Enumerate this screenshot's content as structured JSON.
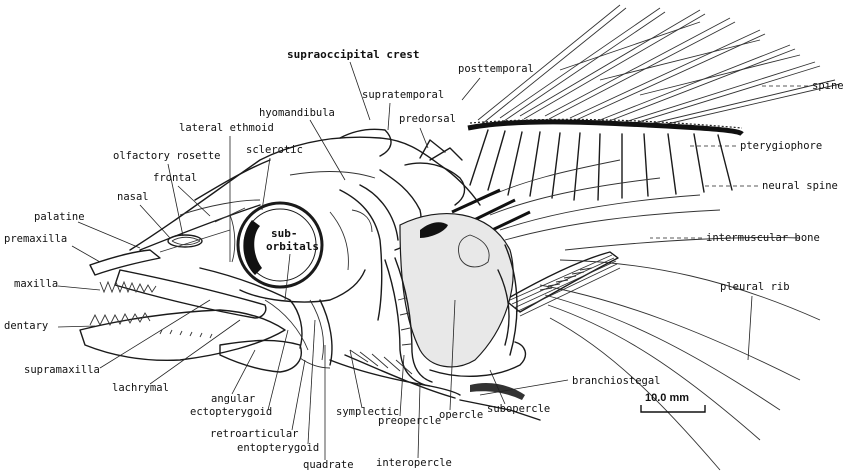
{
  "labels": {
    "supraoccipital_crest": "supraoccipital crest",
    "posttemporal": "posttemporal",
    "spine": "spine",
    "supratemporal": "supratemporal",
    "hyomandibula": "hyomandibula",
    "predorsal": "predorsal",
    "pterygiophore": "pterygiophore",
    "lateral_ethmoid": "lateral ethmoid",
    "olfactory_rosette": "olfactory rosette",
    "sclerotic": "sclerotic",
    "frontal": "frontal",
    "neural_spine": "neural spine",
    "nasal": "nasal",
    "palatine": "palatine",
    "suborbitals_1": "sub-",
    "suborbitals_2": "orbitals",
    "intermuscular_bone": "intermuscular bone",
    "premaxilla": "premaxilla",
    "maxilla": "maxilla",
    "pleural_rib": "pleural rib",
    "dentary": "dentary",
    "supramaxilla": "supramaxilla",
    "branchiostegal": "branchiostegal",
    "lachrymal": "lachrymal",
    "angular": "angular",
    "ectopterygoid": "ectopterygoid",
    "symplectic": "symplectic",
    "preopercle": "preopercle",
    "opercle": "opercle",
    "subopercle": "subopercle",
    "retroarticular": "retroarticular",
    "entopterygoid": "entopterygoid",
    "quadrate": "quadrate",
    "interopercle": "interopercle"
  },
  "scale_bar": {
    "label": "10.0 mm"
  }
}
